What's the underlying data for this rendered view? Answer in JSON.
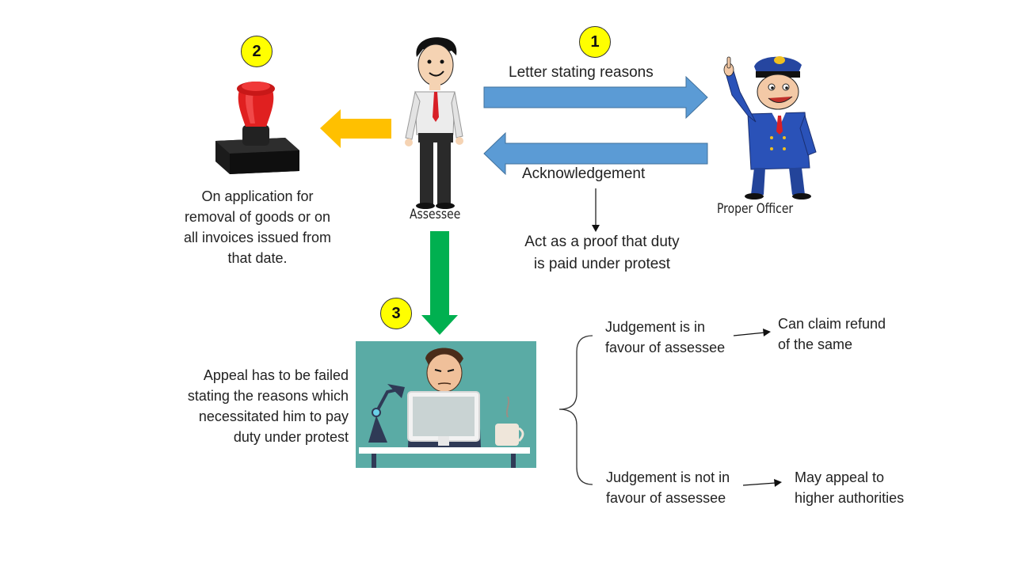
{
  "badges": {
    "b1": "1",
    "b2": "2",
    "b3": "3"
  },
  "labels": {
    "letter": "Letter stating reasons",
    "ack": "Acknowledgement",
    "proof_l1": "Act as a proof that duty",
    "proof_l2": "is paid under protest",
    "assessee": "Assessee",
    "officer": "Proper Officer",
    "stamp_l1": "On application for",
    "stamp_l2": "removal of goods or on",
    "stamp_l3": "all invoices issued from",
    "stamp_l4": "that date.",
    "appeal_l1": "Appeal has to be failed",
    "appeal_l2": "stating the reasons which",
    "appeal_l3": "necessitated him to pay",
    "appeal_l4": "duty under protest",
    "fav_l1": "Judgement is in",
    "fav_l2": "favour of assessee",
    "refund_l1": "Can claim refund",
    "refund_l2": "of the same",
    "notfav_l1": "Judgement is not in",
    "notfav_l2": "favour of assessee",
    "higher_l1": "May appeal to",
    "higher_l2": "higher authorities"
  },
  "colors": {
    "blue_arrow": "#5b9bd5",
    "orange_arrow": "#ffc000",
    "green_arrow": "#00b050",
    "badge": "#ffff00",
    "scene_bg": "#5aaba5"
  }
}
